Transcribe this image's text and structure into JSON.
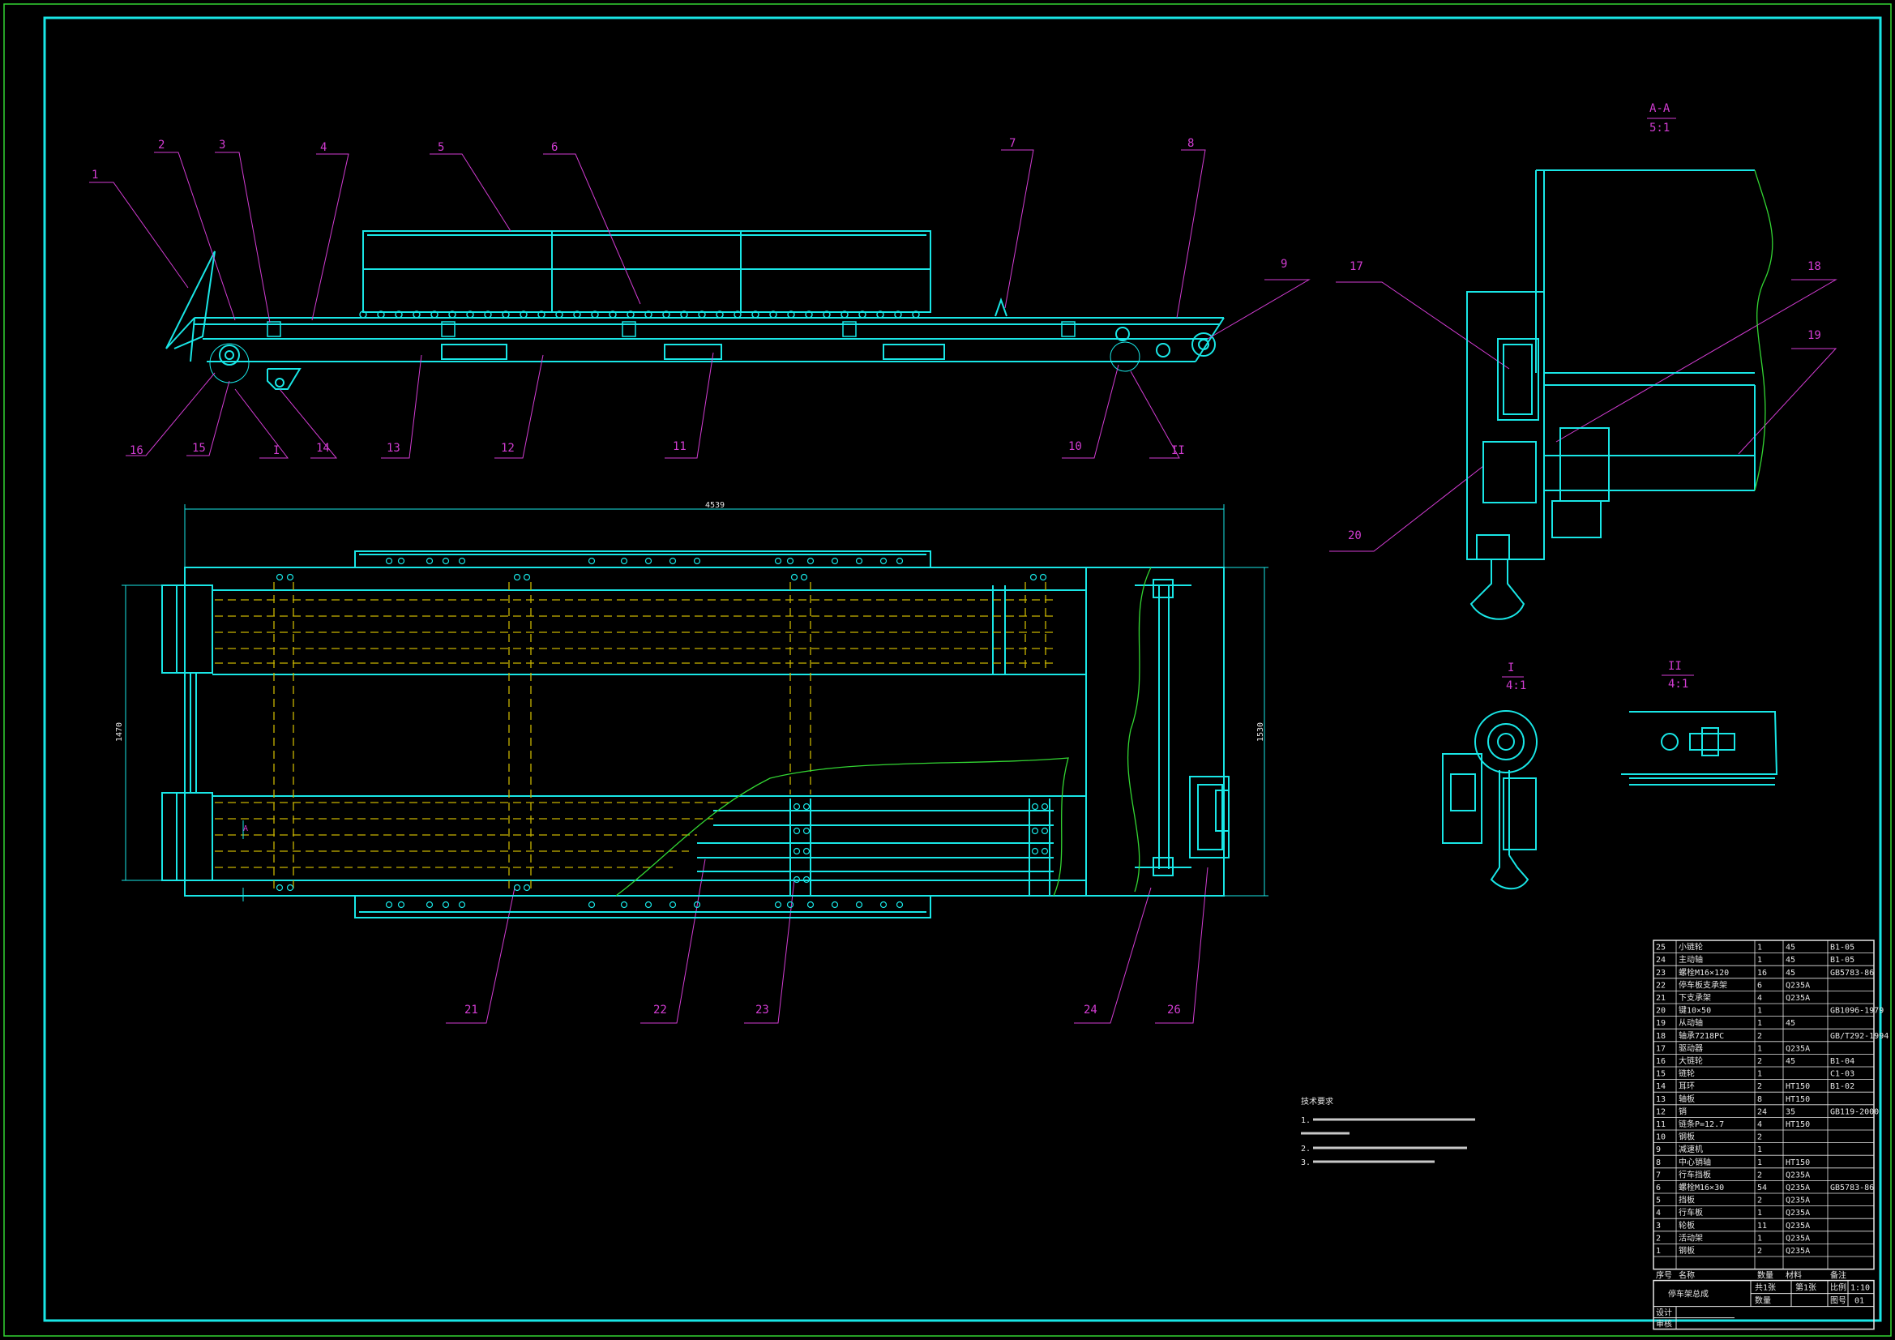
{
  "labels": {
    "n1": "1",
    "n2": "2",
    "n3": "3",
    "n4": "4",
    "n5": "5",
    "n6": "6",
    "n7": "7",
    "n8": "8",
    "n9": "9",
    "n10": "10",
    "n11": "11",
    "n12": "12",
    "n13": "13",
    "n14": "14",
    "n15": "15",
    "n16": "16",
    "n17": "17",
    "n18": "18",
    "n19": "19",
    "n20": "20",
    "n21": "21",
    "n22": "22",
    "n23": "23",
    "n24": "24",
    "n26": "26",
    "sec1": "I",
    "sec2": "II"
  },
  "views": {
    "aa_title": "A-A",
    "aa_scale": "5:1",
    "d1_title": "I",
    "d1_scale": "4:1",
    "d2_title": "II",
    "d2_scale": "4:1",
    "arrow_a": "A"
  },
  "dims": {
    "length": "4539",
    "width_left": "1470",
    "width_right": "1530"
  },
  "notes": {
    "title": "技术要求",
    "line1": "1.",
    "line2": "2.",
    "line3": "3."
  },
  "bom": {
    "rows": [
      {
        "no": "25",
        "name": "小链轮",
        "qty": "1",
        "mat": "45",
        "rem": "B1-05"
      },
      {
        "no": "24",
        "name": "主动轴",
        "qty": "1",
        "mat": "45",
        "rem": "B1-05"
      },
      {
        "no": "23",
        "name": "螺栓M16×120",
        "qty": "16",
        "mat": "45",
        "rem": "GB5783-86"
      },
      {
        "no": "22",
        "name": "停车板支承架",
        "qty": "6",
        "mat": "Q235A",
        "rem": ""
      },
      {
        "no": "21",
        "name": "下支承架",
        "qty": "4",
        "mat": "Q235A",
        "rem": ""
      },
      {
        "no": "20",
        "name": "键10×50",
        "qty": "1",
        "mat": "",
        "rem": "GB1096-1979"
      },
      {
        "no": "19",
        "name": "从动轴",
        "qty": "1",
        "mat": "45",
        "rem": ""
      },
      {
        "no": "18",
        "name": "轴承7218PC",
        "qty": "2",
        "mat": "",
        "rem": "GB/T292-1994"
      },
      {
        "no": "17",
        "name": "驱动器",
        "qty": "1",
        "mat": "Q235A",
        "rem": ""
      },
      {
        "no": "16",
        "name": "大链轮",
        "qty": "2",
        "mat": "45",
        "rem": "B1-04"
      },
      {
        "no": "15",
        "name": "链轮",
        "qty": "1",
        "mat": "",
        "rem": "C1-03"
      },
      {
        "no": "14",
        "name": "耳环",
        "qty": "2",
        "mat": "HT150",
        "rem": "B1-02"
      },
      {
        "no": "13",
        "name": "轴板",
        "qty": "8",
        "mat": "HT150",
        "rem": ""
      },
      {
        "no": "12",
        "name": "销",
        "qty": "24",
        "mat": "35",
        "rem": "GB119-2000"
      },
      {
        "no": "11",
        "name": "链条P=12.7",
        "qty": "4",
        "mat": "HT150",
        "rem": ""
      },
      {
        "no": "10",
        "name": "钢板",
        "qty": "2",
        "mat": "",
        "rem": ""
      },
      {
        "no": "9",
        "name": "减速机",
        "qty": "1",
        "mat": "",
        "rem": ""
      },
      {
        "no": "8",
        "name": "中心销轴",
        "qty": "1",
        "mat": "HT150",
        "rem": ""
      },
      {
        "no": "7",
        "name": "行车挡板",
        "qty": "2",
        "mat": "Q235A",
        "rem": ""
      },
      {
        "no": "6",
        "name": "螺栓M16×30",
        "qty": "54",
        "mat": "Q235A",
        "rem": "GB5783-86"
      },
      {
        "no": "5",
        "name": "挡板",
        "qty": "2",
        "mat": "Q235A",
        "rem": ""
      },
      {
        "no": "4",
        "name": "行车板",
        "qty": "1",
        "mat": "Q235A",
        "rem": ""
      },
      {
        "no": "3",
        "name": "轮板",
        "qty": "11",
        "mat": "Q235A",
        "rem": ""
      },
      {
        "no": "2",
        "name": "活动架",
        "qty": "1",
        "mat": "Q235A",
        "rem": ""
      },
      {
        "no": "1",
        "name": "钢板",
        "qty": "2",
        "mat": "Q235A",
        "rem": ""
      }
    ],
    "header": {
      "no": "序号",
      "name": "名称",
      "qty": "数量",
      "mat": "材料",
      "rem": "备注"
    },
    "title": "停车架总成",
    "sheets": "共1张",
    "sheet_no": "第1张",
    "scale_label": "比例",
    "scale": "1:10",
    "qty_label": "数量",
    "drawing_label": "图号",
    "drawing_no": "01",
    "design": "设计",
    "review": "审核"
  },
  "colors": {
    "outline": "#19e6e6",
    "labels": "#d23cd2",
    "hidden": "#c8b400",
    "break": "#33d633"
  }
}
